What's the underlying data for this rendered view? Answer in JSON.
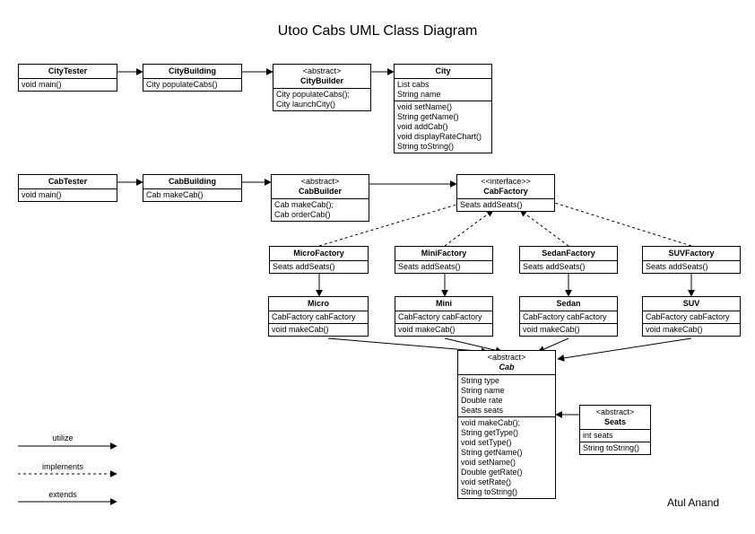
{
  "title": "Utoo Cabs UML Class Diagram",
  "author": "Atul Anand",
  "classes": {
    "citytester": {
      "name": "CityTester",
      "attributes": [],
      "methods": [
        "void main()"
      ]
    },
    "citybuilding": {
      "name": "CityBuilding",
      "attributes": [],
      "methods": [
        "City populateCabs()"
      ]
    },
    "citybuilder": {
      "stereotype": "<abstract>",
      "name": "CityBuilder",
      "attributes": [],
      "methods": [
        "City populateCabs();",
        "City launchCity()"
      ]
    },
    "city": {
      "name": "City",
      "attributes": [
        "List cabs",
        "String name"
      ],
      "methods": [
        "void setName()",
        "String getName()",
        "void addCab()",
        "void displayRateChart()",
        "String toString()"
      ]
    },
    "cabtester": {
      "name": "CabTester",
      "attributes": [],
      "methods": [
        "void main()"
      ]
    },
    "cabbuilding": {
      "name": "CabBuilding",
      "attributes": [],
      "methods": [
        "Cab makeCab()"
      ]
    },
    "cabbuilder": {
      "stereotype": "<abstract>",
      "name": "CabBuilder",
      "attributes": [],
      "methods": [
        "Cab makeCab();",
        "Cab orderCab()"
      ]
    },
    "cabfactory": {
      "stereotype": "<<interface>>",
      "name": "CabFactory",
      "attributes": [],
      "methods": [
        "Seats addSeats()"
      ]
    },
    "microfactory": {
      "name": "MicroFactory",
      "attributes": [],
      "methods": [
        "Seats addSeats()"
      ]
    },
    "minifactory": {
      "name": "MiniFactory",
      "attributes": [],
      "methods": [
        "Seats addSeats()"
      ]
    },
    "sedanfactory": {
      "name": "SedanFactory",
      "attributes": [],
      "methods": [
        "Seats addSeats()"
      ]
    },
    "suvfactory": {
      "name": "SUVFactory",
      "attributes": [],
      "methods": [
        "Seats addSeats()"
      ]
    },
    "micro": {
      "name": "Micro",
      "attributes": [
        "CabFactory cabFactory"
      ],
      "methods": [
        "void makeCab()"
      ]
    },
    "mini": {
      "name": "Mini",
      "attributes": [
        "CabFactory cabFactory"
      ],
      "methods": [
        "void makeCab()"
      ]
    },
    "sedan": {
      "name": "Sedan",
      "attributes": [
        "CabFactory cabFactory"
      ],
      "methods": [
        "void makeCab()"
      ]
    },
    "suv": {
      "name": "SUV",
      "attributes": [
        "CabFactory cabFactory"
      ],
      "methods": [
        "void makeCab()"
      ]
    },
    "cab": {
      "stereotype": "<abstract>",
      "name": "Cab",
      "italic": true,
      "attributes": [
        "String type",
        "String name",
        "Double rate",
        "Seats seats"
      ],
      "methods": [
        "void makeCab();",
        "String getType()",
        "void setType()",
        "String getName()",
        "void setName()",
        "Double getRate()",
        "void setRate()",
        "String toString()"
      ]
    },
    "seats": {
      "stereotype": "<abstract>",
      "name": "Seats",
      "attributes": [
        "int seats"
      ],
      "methods": [
        "String toString()"
      ]
    }
  },
  "relations": [
    {
      "from": "citytester",
      "to": "citybuilding",
      "type": "utilize"
    },
    {
      "from": "citybuilding",
      "to": "citybuilder",
      "type": "utilize"
    },
    {
      "from": "citybuilder",
      "to": "city",
      "type": "utilize"
    },
    {
      "from": "cabtester",
      "to": "cabbuilding",
      "type": "utilize"
    },
    {
      "from": "cabbuilding",
      "to": "cabbuilder",
      "type": "utilize"
    },
    {
      "from": "cabbuilder",
      "to": "cabfactory",
      "type": "utilize"
    },
    {
      "from": "microfactory",
      "to": "cabfactory",
      "type": "implements"
    },
    {
      "from": "minifactory",
      "to": "cabfactory",
      "type": "implements"
    },
    {
      "from": "sedanfactory",
      "to": "cabfactory",
      "type": "implements"
    },
    {
      "from": "suvfactory",
      "to": "cabfactory",
      "type": "implements"
    },
    {
      "from": "microfactory",
      "to": "micro",
      "type": "utilize"
    },
    {
      "from": "minifactory",
      "to": "mini",
      "type": "utilize"
    },
    {
      "from": "sedanfactory",
      "to": "sedan",
      "type": "utilize"
    },
    {
      "from": "suvfactory",
      "to": "suv",
      "type": "utilize"
    },
    {
      "from": "micro",
      "to": "cab",
      "type": "extends"
    },
    {
      "from": "mini",
      "to": "cab",
      "type": "extends"
    },
    {
      "from": "sedan",
      "to": "cab",
      "type": "extends"
    },
    {
      "from": "suv",
      "to": "cab",
      "type": "extends"
    },
    {
      "from": "seats",
      "to": "cab",
      "type": "utilize"
    }
  ],
  "legend": {
    "utilize": "utilize",
    "implements": "implements",
    "extends": "extends"
  }
}
